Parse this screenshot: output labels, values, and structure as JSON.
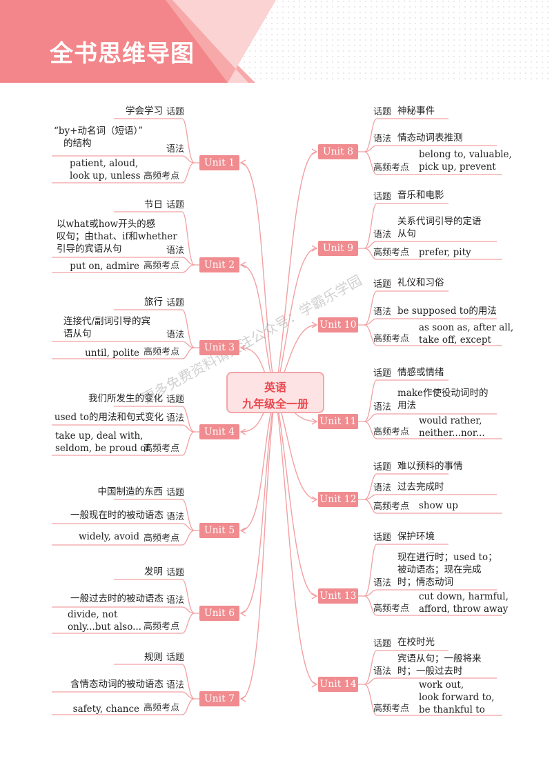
{
  "header": {
    "title": "全书思维导图"
  },
  "center": {
    "subject": "英语",
    "grade": "九年级全一册"
  },
  "labels": {
    "topic": "话题",
    "grammar": "语法",
    "key": "高频考点"
  },
  "watermark": "更多免费资料请关注公众号：学霸乐学园",
  "units": [
    {
      "name": "Unit 1",
      "topic": [
        "学会学习"
      ],
      "grammar": [
        "“by+动名词（短语）”",
        "的结构"
      ],
      "key": [
        "patient, aloud,",
        "look up, unless"
      ]
    },
    {
      "name": "Unit 2",
      "topic": [
        "节日"
      ],
      "grammar": [
        "以what或how开头的感",
        "叹句；由that、if和whether",
        "引导的宾语从句"
      ],
      "key": [
        "put on, admire"
      ]
    },
    {
      "name": "Unit 3",
      "topic": [
        "旅行"
      ],
      "grammar": [
        "连接代/副词引导的宾",
        "语从句"
      ],
      "key": [
        "until, polite"
      ]
    },
    {
      "name": "Unit 4",
      "topic": [
        "我们所发生的变化"
      ],
      "grammar": [
        "used to的用法和句式变化"
      ],
      "key": [
        "take up, deal with,",
        "seldom, be proud of"
      ]
    },
    {
      "name": "Unit 5",
      "topic": [
        "中国制造的东西"
      ],
      "grammar": [
        "一般现在时的被动语态"
      ],
      "key": [
        "widely, avoid"
      ]
    },
    {
      "name": "Unit 6",
      "topic": [
        "发明"
      ],
      "grammar": [
        "一般过去时的被动语态"
      ],
      "key": [
        "divide, not",
        "only...but also..."
      ]
    },
    {
      "name": "Unit 7",
      "topic": [
        "规则"
      ],
      "grammar": [
        "含情态动词的被动语态"
      ],
      "key": [
        "safety, chance"
      ]
    },
    {
      "name": "Unit 8",
      "topic": [
        "神秘事件"
      ],
      "grammar": [
        "情态动词表推测"
      ],
      "key": [
        "belong to, valuable,",
        "pick up, prevent"
      ]
    },
    {
      "name": "Unit 9",
      "topic": [
        "音乐和电影"
      ],
      "grammar": [
        "关系代词引导的定语",
        "从句"
      ],
      "key": [
        "prefer, pity"
      ]
    },
    {
      "name": "Unit 10",
      "topic": [
        "礼仪和习俗"
      ],
      "grammar": [
        "be supposed to的用法"
      ],
      "key": [
        "as soon as, after all,",
        "take off, except"
      ]
    },
    {
      "name": "Unit 11",
      "topic": [
        "情感或情绪"
      ],
      "grammar": [
        "make作使役动词时的",
        "用法"
      ],
      "key": [
        "would rather,",
        "neither...nor..."
      ]
    },
    {
      "name": "Unit 12",
      "topic": [
        "难以预料的事情"
      ],
      "grammar": [
        "过去完成时"
      ],
      "key": [
        "show up"
      ]
    },
    {
      "name": "Unit 13",
      "topic": [
        "保护环境"
      ],
      "grammar": [
        "现在进行时；used to；",
        "被动语态；现在完成",
        "时；情态动词"
      ],
      "key": [
        "cut down, harmful,",
        "afford, throw away"
      ]
    },
    {
      "name": "Unit 14",
      "topic": [
        "在校时光"
      ],
      "grammar": [
        "宾语从句；一般将来",
        "时；一般过去时"
      ],
      "key": [
        "work out,",
        "look forward to,",
        "be thankful to"
      ]
    }
  ]
}
